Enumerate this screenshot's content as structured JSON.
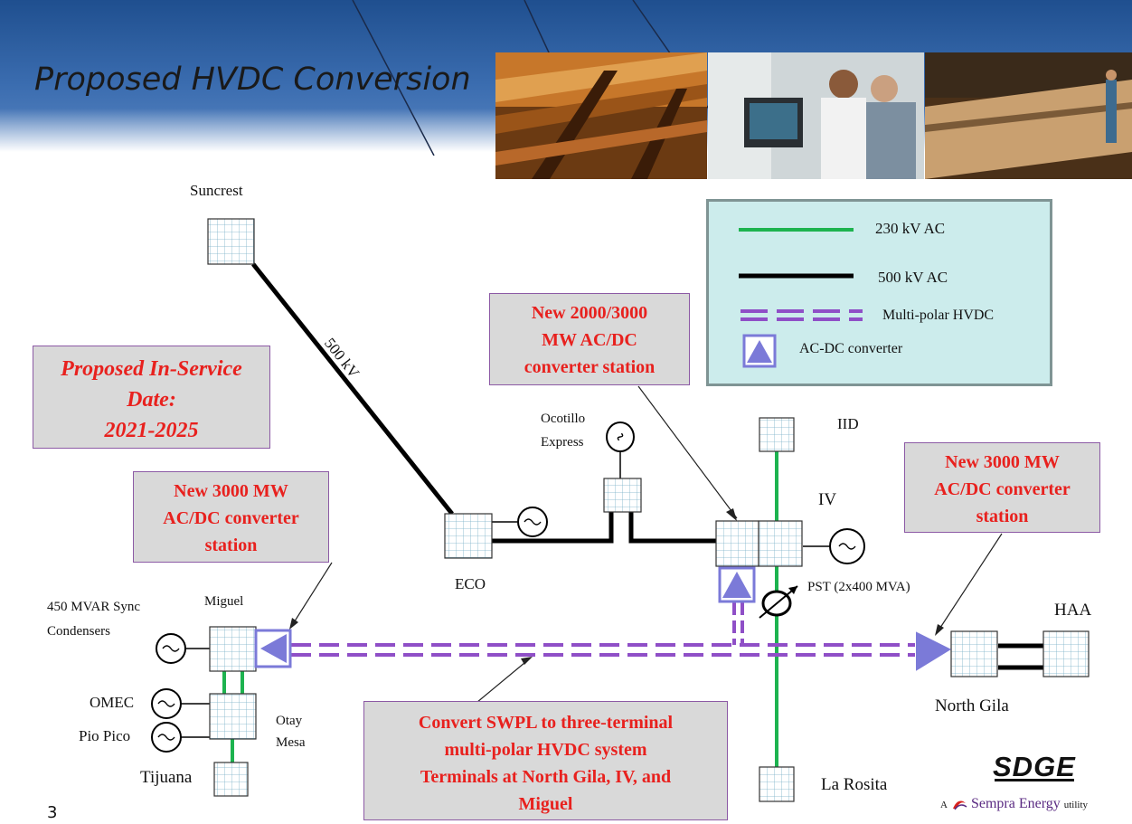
{
  "title": "Proposed HVDC Conversion",
  "slide_number": "3",
  "logo": {
    "brand": "SDGE",
    "tagline_prefix": "A",
    "tagline_company": "Sempra Energy",
    "tagline_suffix": "utility"
  },
  "labels": {
    "suncrest": "Suncrest",
    "line_500kv": "500 kV",
    "ocotillo_1": "Ocotillo",
    "ocotillo_2": "Express",
    "eco": "ECO",
    "iid": "IID",
    "iv": "IV",
    "pst": "PST (2x400 MVA)",
    "haa": "HAA",
    "north_gila": "North Gila",
    "la_rosita": "La Rosita",
    "sync_1": "450 MVAR  Sync",
    "sync_2": "Condensers",
    "miguel": "Miguel",
    "omec": "OMEC",
    "pio_pico": "Pio Pico",
    "otay_1": "Otay",
    "otay_2": "Mesa",
    "tijuana": "Tijuana"
  },
  "legend": [
    {
      "label": "230 kV AC",
      "style": "green"
    },
    {
      "label": "500 kV AC",
      "style": "black"
    },
    {
      "label": "Multi-polar  HVDC",
      "style": "hvdc"
    },
    {
      "label": "AC-DC converter",
      "style": "converter"
    }
  ],
  "callouts": {
    "inservice": [
      "Proposed In-Service",
      "Date:",
      "2021-2025"
    ],
    "converter_iv": [
      "New 2000/3000",
      "MW AC/DC",
      "converter station"
    ],
    "converter_miguel": [
      "New 3000 MW",
      "AC/DC converter",
      "station"
    ],
    "converter_gila": [
      "New 3000 MW",
      "AC/DC converter",
      "station"
    ],
    "swpl": [
      "Convert SWPL to three-terminal",
      "multi-polar HVDC system",
      "Terminals at North Gila, IV, and",
      "Miguel"
    ]
  },
  "colors": {
    "ac230": "#1db34f",
    "ac500": "#000000",
    "hvdc": "#8f4fc7",
    "converter": "#7b7ad8",
    "callout_text": "#e8211e"
  },
  "icons": [
    "substation-grid-icon",
    "generator-icon",
    "converter-icon",
    "phase-shifter-icon"
  ]
}
